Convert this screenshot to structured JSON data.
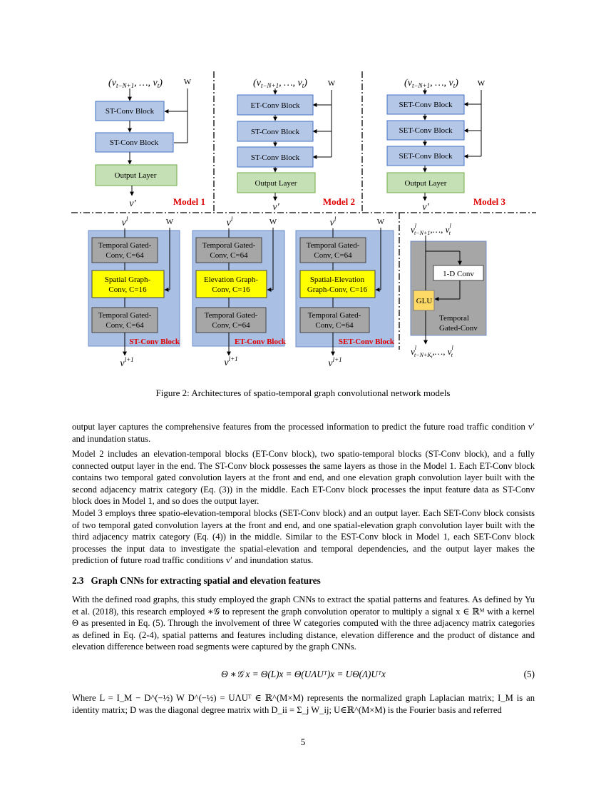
{
  "figure": {
    "top_panels": [
      {
        "input": "(v",
        "input_sub": "t−N+1",
        "input_rest": ", …, v",
        "input_sub2": "t",
        "input_close": ")",
        "w": "W",
        "blocks": [
          "ST-Conv Block",
          "ST-Conv Block"
        ],
        "output": "Output Layer",
        "result": "v′",
        "model": "Model 1"
      },
      {
        "input": "(v",
        "input_sub": "t−N+1",
        "input_rest": ", …, v",
        "input_sub2": "t",
        "input_close": ")",
        "w": "W",
        "blocks": [
          "ET-Conv Block",
          "ST-Conv Block",
          "ST-Conv Block"
        ],
        "output": "Output Layer",
        "result": "v′",
        "model": "Model 2"
      },
      {
        "input": "(v",
        "input_sub": "t−N+1",
        "input_rest": ", …, v",
        "input_sub2": "t",
        "input_close": ")",
        "w": "W",
        "blocks": [
          "SET-Conv Block",
          "SET-Conv Block",
          "SET-Conv Block"
        ],
        "output": "Output Layer",
        "result": "v′",
        "model": "Model 3"
      }
    ],
    "bottom_blocks": [
      {
        "input": "v",
        "input_sup": "l",
        "w": "W",
        "layers": [
          [
            "Temporal Gated-",
            "Conv, C=64"
          ],
          [
            "Spatial Graph-",
            "Conv, C=16"
          ],
          [
            "Temporal Gated-",
            "Conv, C=64"
          ]
        ],
        "label": "ST-Conv Block",
        "output": "v",
        "output_sup": "l+1"
      },
      {
        "input": "v",
        "input_sup": "l",
        "w": "W",
        "layers": [
          [
            "Temporal Gated-",
            "Conv, C=64"
          ],
          [
            "Elevation Graph-",
            "Conv, C=16"
          ],
          [
            "Temporal Gated-",
            "Conv, C=64"
          ]
        ],
        "label": "ET-Conv Block",
        "output": "v",
        "output_sup": "l+1"
      },
      {
        "input": "v",
        "input_sup": "l",
        "w": "W",
        "layers": [
          [
            "Temporal Gated-",
            "Conv, C=64"
          ],
          [
            "Spatial-Elevation",
            "Graph-Conv, C=16"
          ],
          [
            "Temporal Gated-",
            "Conv, C=64"
          ]
        ],
        "label": "SET-Conv Block",
        "output": "v",
        "output_sup": "l+1"
      }
    ],
    "glu_panel": {
      "input": "v",
      "input_sup": "l",
      "input_sub": "t−N+1",
      "input_rest": ",…, v",
      "input_sup2": "l",
      "input_sub2": "t",
      "conv": "1-D Conv",
      "glu": "GLU",
      "label_line1": "Temporal",
      "label_line2": "Gated-Conv",
      "output": "v",
      "output_sup": "l",
      "output_sub": "t−N+K",
      "output_subsub": "t",
      "output_rest": ",…, v",
      "output_sup2": "l",
      "output_sub2": "t"
    },
    "colors": {
      "block_blue": "#b4c7e7",
      "block_border": "#4472c4",
      "output_green": "#c5e0b4",
      "panel_blue": "#a9bfe4",
      "gray": "#a6a6a6",
      "yellow": "#ffff00",
      "glu_orange": "#ffd966",
      "model_red": "#e00000"
    }
  },
  "caption": "Figure 2: Architectures of spatio-temporal graph convolutional network models",
  "paragraphs": [
    "output layer captures the comprehensive features from the processed information to predict the future road traffic condition v′ and inundation status.",
    "Model 2 includes an elevation-temporal blocks (ET-Conv block), two spatio-temporal blocks (ST-Conv block), and a fully connected output layer in the end. The ST-Conv block possesses the same layers as those in the Model 1. Each ET-Conv block contains two temporal gated convolution layers at the front and end, and one elevation graph convolution layer built with the second adjacency matrix category (Eq. (3)) in the middle. Each ET-Conv block processes the input feature data as ST-Conv block does in Model 1, and so does the output layer.",
    "Model 3 employs three spatio-elevation-temporal blocks (SET-Conv block) and an output layer. Each SET-Conv block consists of two temporal gated convolution layers at the front and end, and one spatial-elevation graph convolution layer built with the third adjacency matrix category (Eq. (4)) in the middle. Similar to the EST-Conv block in Model 1, each SET-Conv block processes the input data to investigate the spatial-elevation and temporal dependencies, and the output layer makes the prediction of future road traffic conditions v′ and inundation status."
  ],
  "section": {
    "number": "2.3",
    "title": "Graph CNNs for extracting spatial and elevation features"
  },
  "section_paragraph": "With the defined road graphs, this study employed the graph CNNs to extract the spatial patterns and features. As defined by Yu et al. (2018), this research employed ∗𝒢 to represent the graph convolution operator to multiply a signal x ∈ ℝᴹ with a kernel Θ as presented in Eq. (5). Through the involvement of three W categories computed with the three adjacency matrix categories as defined in Eq. (2-4), spatial patterns and features including distance, elevation difference and the product of distance and elevation difference between road segments were captured by the graph CNNs.",
  "equation": {
    "body": "Θ ∗𝒢 x  =  Θ(L)x = Θ(UΛUᵀ)x = UΘ(Λ)Uᵀx",
    "number": "(5)"
  },
  "final_paragraph": "Where L = I_M − D^(−½) W D^(−½) = UΛUᵀ ∈ ℝ^(M×M) represents the normalized graph Laplacian matrix; I_M is an identity matrix; D was the diagonal degree matrix with D_ii = Σ_j W_ij; U∈ℝ^(M×M) is the Fourier basis and referred",
  "page_number": "5"
}
